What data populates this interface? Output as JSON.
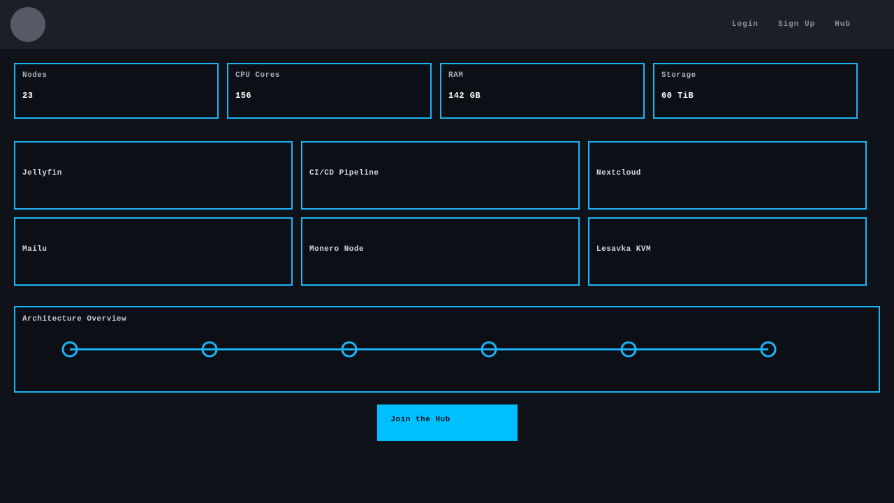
{
  "colors": {
    "accent_border": "#1db4f5",
    "button_bg": "#00bfff",
    "page_bg": "#10121a",
    "navbar_bg": "#1c1f27",
    "card_bg": "#0d0f16"
  },
  "navbar": {
    "links": [
      {
        "label": "Login"
      },
      {
        "label": "Sign Up"
      },
      {
        "label": "Hub"
      }
    ]
  },
  "stats": {
    "cards": [
      {
        "label": "Nodes",
        "value": "23"
      },
      {
        "label": "CPU Cores",
        "value": "156"
      },
      {
        "label": "RAM",
        "value": "142 GB"
      },
      {
        "label": "Storage",
        "value": "60 TiB"
      }
    ]
  },
  "services": {
    "cards": [
      {
        "title": "Jellyfin"
      },
      {
        "title": "CI/CD Pipeline"
      },
      {
        "title": "Nextcloud"
      },
      {
        "title": "Mailu"
      },
      {
        "title": "Monero Node"
      },
      {
        "title": "Lesavka KVM"
      }
    ]
  },
  "architecture": {
    "title": "Architecture Overview",
    "node_count": 6
  },
  "cta": {
    "label": "Join the Hub"
  }
}
